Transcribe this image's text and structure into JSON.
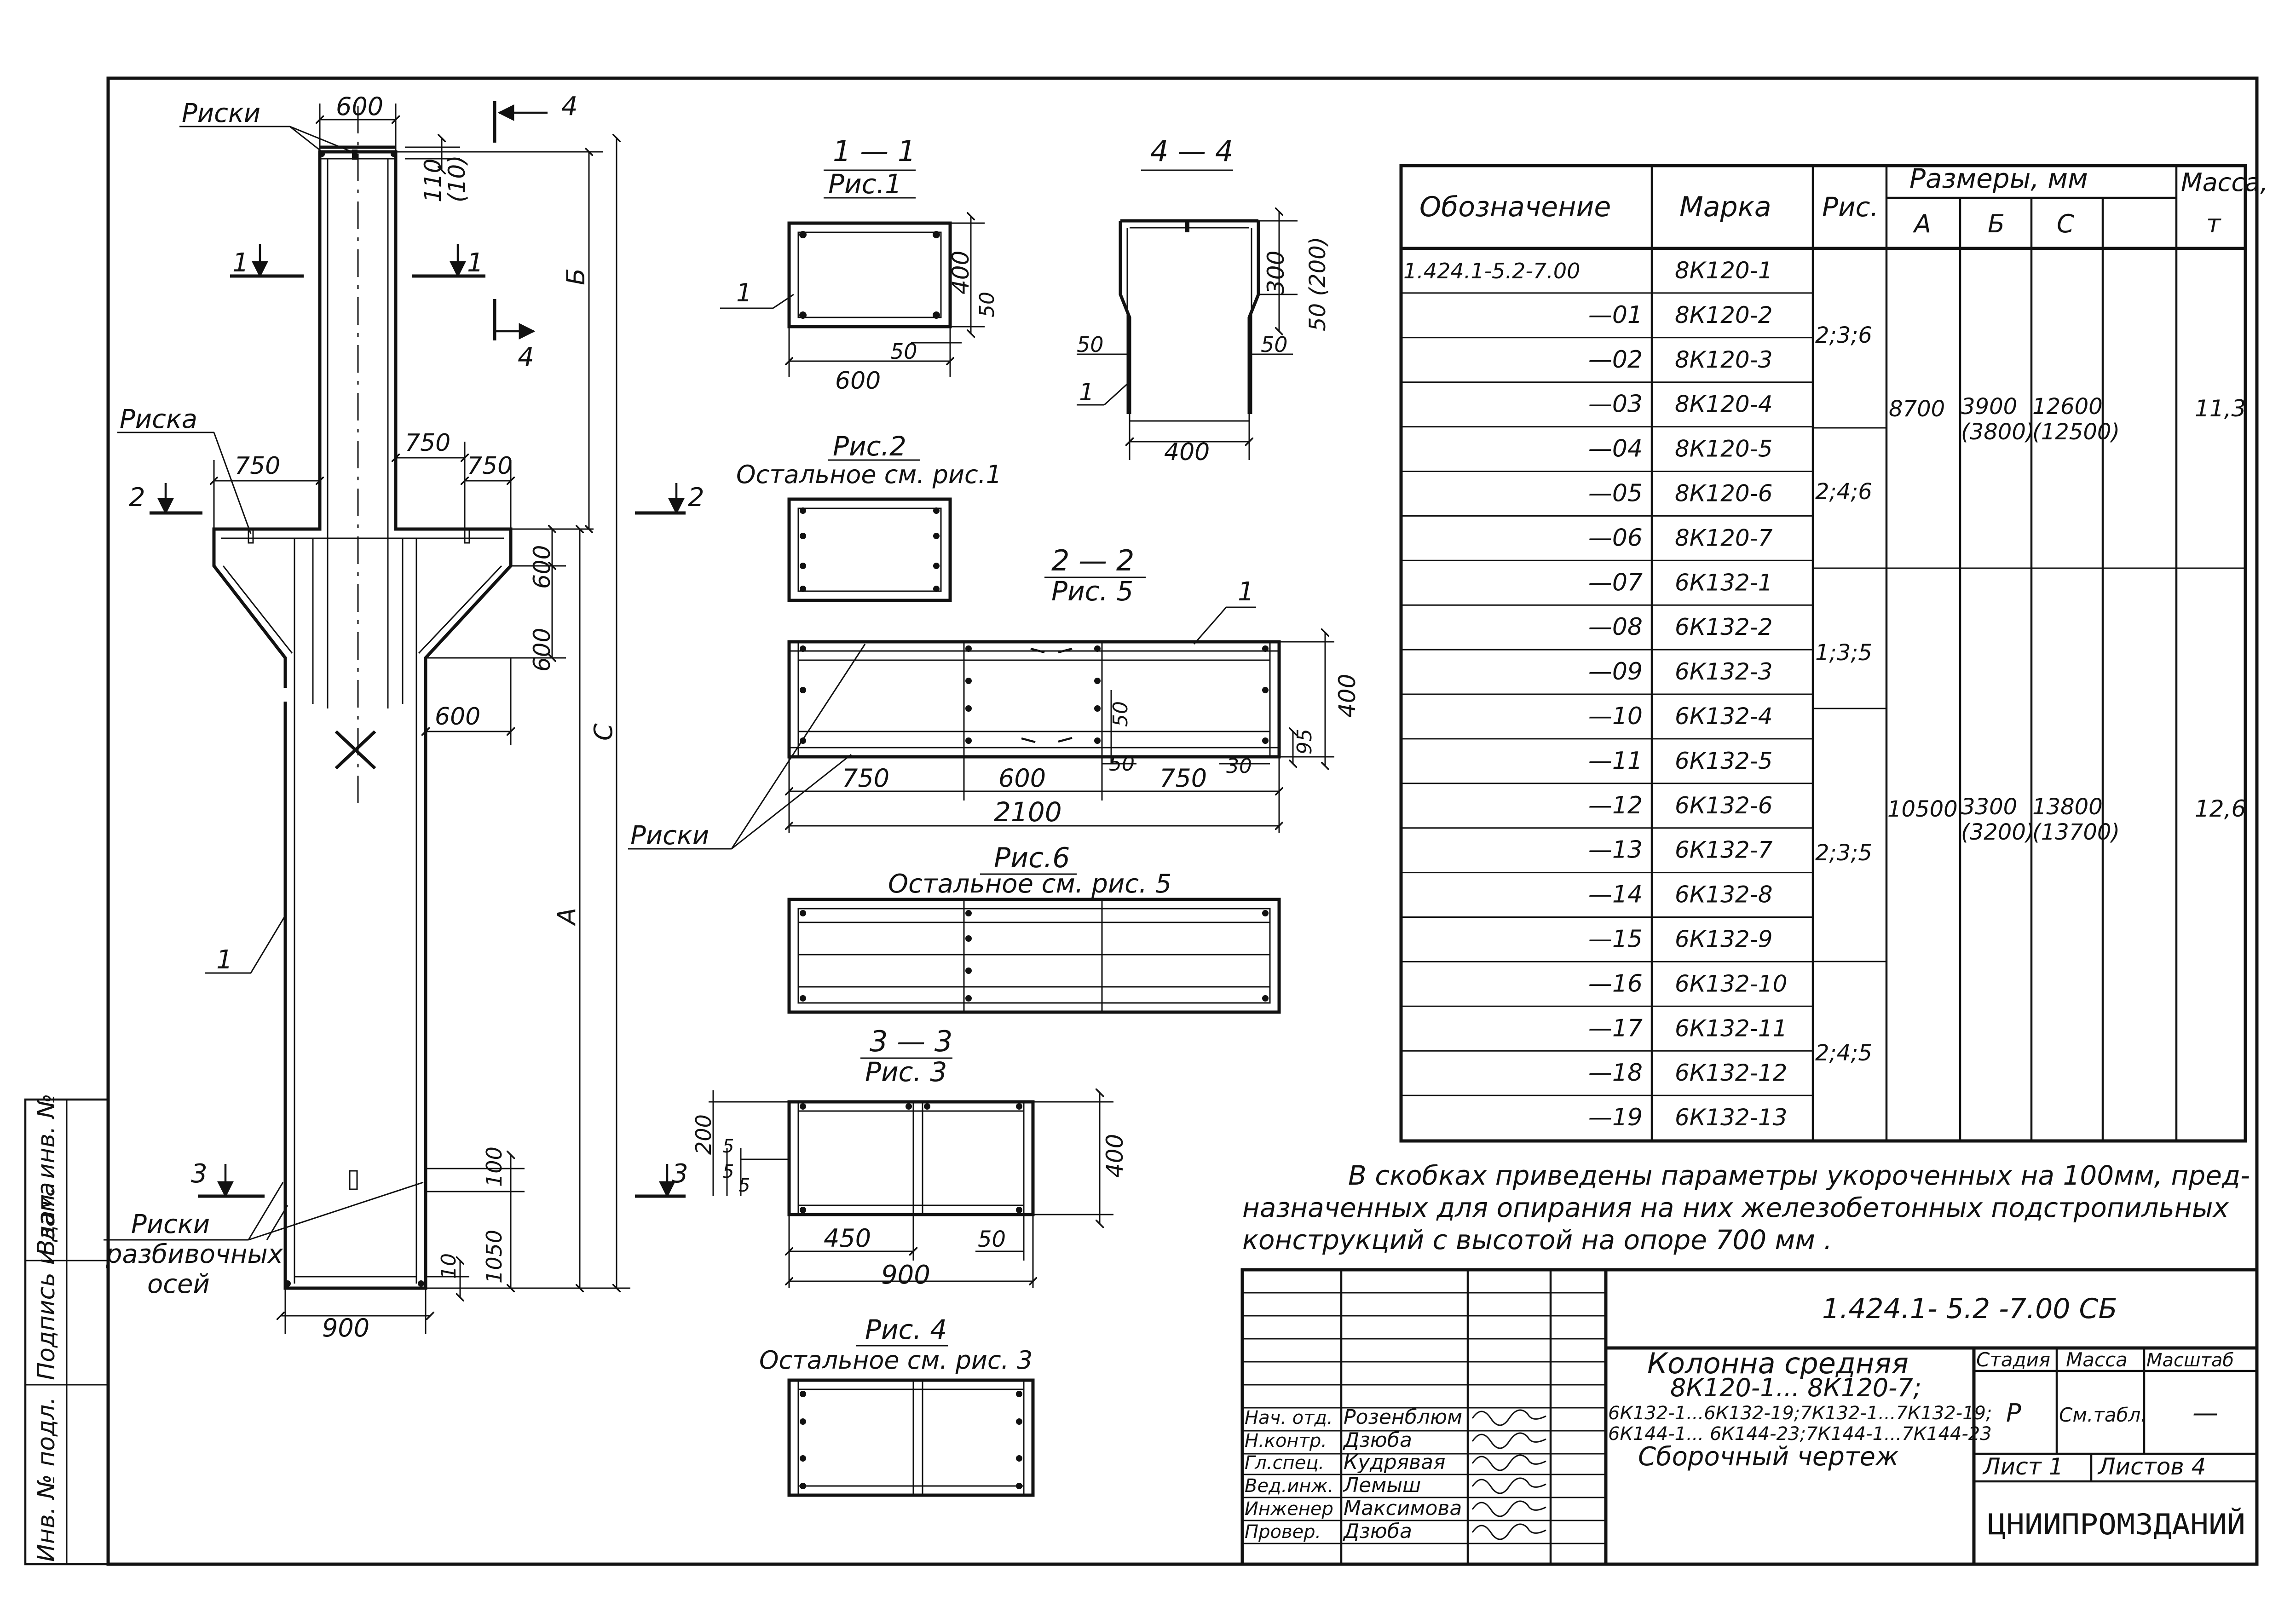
{
  "column": {
    "callout_riski_top": "Риски",
    "callout_riska": "Риска",
    "callout_riski_mid": "Риски",
    "callout_riski_axes_1": "Риски",
    "callout_riski_axes_2": "разбивочных",
    "callout_riski_axes_3": "осей",
    "pos_1_top": "1",
    "pos_1_main": "1",
    "dim_600_top": "600",
    "dim_110": "110",
    "dim_110_alt": "(10)",
    "dim_B": "Б",
    "dim_C": "С",
    "dim_A": "А",
    "dim_750_left": "750",
    "dim_750_mid": "750",
    "dim_750_right": "750",
    "dim_600_v1": "600",
    "dim_600_v2": "600",
    "dim_600_h": "600",
    "dim_100": "100",
    "dim_1050": "1050",
    "dim_10": "10",
    "dim_900_bottom": "900",
    "cut_1": "1",
    "cut_2": "2",
    "cut_3": "3",
    "cut_4": "4"
  },
  "sections": {
    "s11_title": "1 — 1",
    "s11_sub": "Рис.1",
    "s11_dim_600": "600",
    "s11_dim_50a": "50",
    "s11_dim_50b": "50",
    "s11_dim_400": "400",
    "s11_pos": "1",
    "s44_title": "4 — 4",
    "s44_dim_300": "300",
    "s44_dim_50_200": "50 (200)",
    "s44_dim_50a": "50",
    "s44_dim_50b": "50",
    "s44_dim_400": "400",
    "s44_pos": "1",
    "fig2_title": "Рис.2",
    "fig2_sub": "Остальное см. рис.1",
    "s22_title": "2 — 2",
    "s22_sub": "Рис. 5",
    "s22_pos": "1",
    "s22_dim_400": "400",
    "s22_dim_95": "95",
    "s22_dim_50a": "50",
    "s22_dim_50b": "50",
    "s22_dim_30": "30",
    "s22_dim_750a": "750",
    "s22_dim_600": "600",
    "s22_dim_750b": "750",
    "s22_dim_2100": "2100",
    "fig6_title": "Рис.6",
    "fig6_sub": "Остальное см. рис. 5",
    "s33_title": "3 — 3",
    "s33_sub": "Рис. 3",
    "s33_dim_200": "200",
    "s33_dim_5a": "5",
    "s33_dim_5b": "5",
    "s33_dim_5c": "5",
    "s33_dim_400": "400",
    "s33_dim_450": "450",
    "s33_dim_50": "50",
    "s33_dim_900": "900",
    "fig4_title": "Рис. 4",
    "fig4_sub": "Остальное см. рис. 3"
  },
  "table": {
    "h_designation": "Обозначение",
    "h_mark": "Марка",
    "h_fig": "Рис.",
    "h_sizes": "Размеры, мм",
    "h_A": "А",
    "h_B": "Б",
    "h_C": "С",
    "h_mass": "Масса,",
    "h_mass_unit": "т",
    "rows": [
      {
        "des": "1.424.1-5.2-7.00",
        "mark": "8К120-1"
      },
      {
        "des": "—01",
        "mark": "8К120-2"
      },
      {
        "des": "—02",
        "mark": "8К120-3"
      },
      {
        "des": "—03",
        "mark": "8К120-4"
      },
      {
        "des": "—04",
        "mark": "8К120-5"
      },
      {
        "des": "—05",
        "mark": "8К120-6"
      },
      {
        "des": "—06",
        "mark": "8К120-7"
      },
      {
        "des": "—07",
        "mark": "6К132-1"
      },
      {
        "des": "—08",
        "mark": "6К132-2"
      },
      {
        "des": "—09",
        "mark": "6К132-3"
      },
      {
        "des": "—10",
        "mark": "6К132-4"
      },
      {
        "des": "—11",
        "mark": "6К132-5"
      },
      {
        "des": "—12",
        "mark": "6К132-6"
      },
      {
        "des": "—13",
        "mark": "6К132-7"
      },
      {
        "des": "—14",
        "mark": "6К132-8"
      },
      {
        "des": "—15",
        "mark": "6К132-9"
      },
      {
        "des": "—16",
        "mark": "6К132-10"
      },
      {
        "des": "—17",
        "mark": "6К132-11"
      },
      {
        "des": "—18",
        "mark": "6К132-12"
      },
      {
        "des": "—19",
        "mark": "6К132-13"
      }
    ],
    "fig_g1": "2;3;6",
    "fig_g2": "2;4;6",
    "fig_g3": "1;3;5",
    "fig_g4": "2;3;5",
    "fig_g5": "2;4;5",
    "g1_A": "8700",
    "g1_B": "3900",
    "g1_B_alt": "(3800)",
    "g1_C": "12600",
    "g1_C_alt": "(12500)",
    "g1_mass": "11,3",
    "g2_A": "10500",
    "g2_B": "3300",
    "g2_B_alt": "(3200)",
    "g2_C": "13800",
    "g2_C_alt": "(13700)",
    "g2_mass": "12,6"
  },
  "note": {
    "line1": "В скобках приведены параметры укороченных на 100мм, пред-",
    "line2": "назначенных для опирания на них железобетонных подстропильных",
    "line3": "конструкций с высотой на опоре  700 мм ."
  },
  "title_block": {
    "doc_code": "1.424.1- 5.2 -7.00 СБ",
    "name1": "Колонна средняя",
    "name2": "8К120-1... 8К120-7;",
    "name3": "6К132-1...6К132-19;7К132-1...7К132-19;",
    "name4": "6К144-1... 6К144-23;7К144-1...7К144-23",
    "name5": "Сборочный  чертеж",
    "h_stage": "Стадия",
    "h_mass": "Масса",
    "h_scale": "Масштаб",
    "v_stage": "Р",
    "v_mass": "См.табл.",
    "v_scale": "—",
    "sheet": "Лист 1",
    "sheets": "Листов 4",
    "org": "ЦНИИПРОМЗДАНИЙ",
    "roles": [
      "Нач. отд.",
      "Н.контр.",
      "Гл.спец.",
      "Вед.инж.",
      "Инженер",
      "Провер."
    ],
    "names": [
      "Розенблюм",
      "Дзюба",
      "Кудрявая",
      "Лемыш",
      "Максимова",
      "Дзюба"
    ],
    "signatures": [
      "sign",
      "sign",
      "sign",
      "sign",
      "sign",
      "sign"
    ]
  },
  "side_strip": {
    "inv_orig": "Инв. № подл.",
    "sign_date": "Подпись и дата",
    "inv_instead": "Взам. инв. №"
  }
}
